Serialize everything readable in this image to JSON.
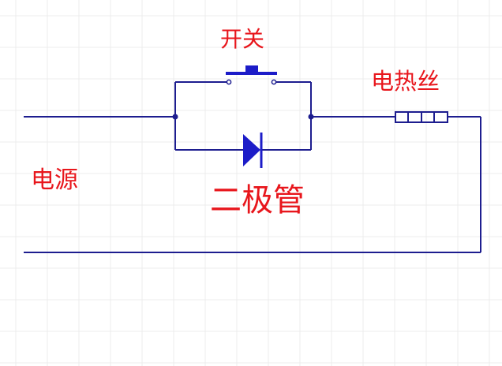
{
  "labels": {
    "switch": "开关",
    "heater": "电热丝",
    "power_source": "电源",
    "diode": "二极管"
  },
  "colors": {
    "background": "#ffffff",
    "grid": "#ececec",
    "wire": "#1d1d8f",
    "label_text": "#e8161c",
    "component": "#1c1cc8"
  }
}
